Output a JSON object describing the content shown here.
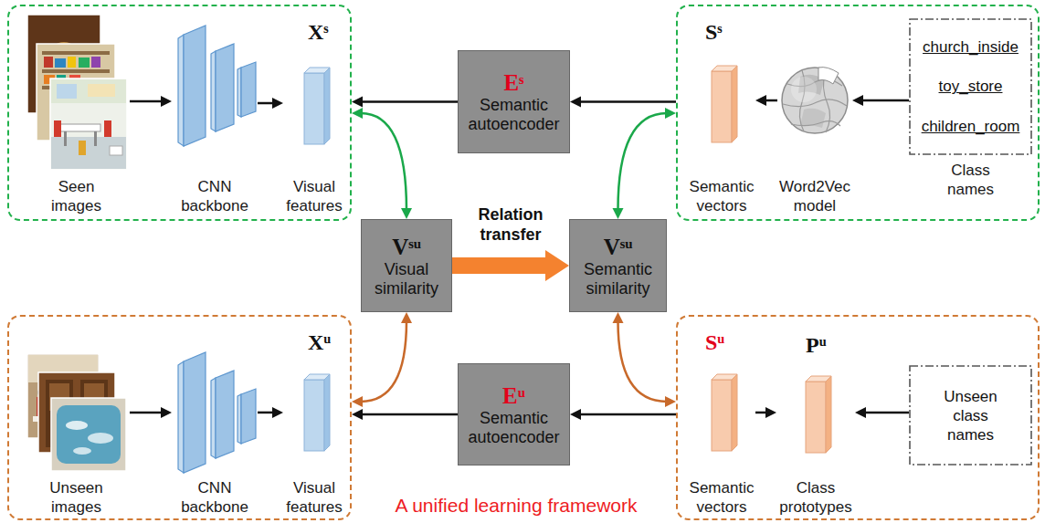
{
  "diagram": {
    "nodes": [
      {
        "text": [
          "Xˢ"
        ]
      },
      {
        "text": [
          "Seen images"
        ],
        "in": 0
      },
      {
        "text": [
          "CNN backbone"
        ],
        "in": 0
      },
      {
        "text": [
          "Visual features"
        ],
        "in": 0
      },
      {
        "text": [
          "Eˢ",
          "Semantic autoencoder"
        ]
      },
      {
        "text": [
          "Sˢ"
        ]
      },
      {
        "text": [
          "Semantic vectors"
        ],
        "in": 5
      },
      {
        "text": [
          "Word2Vec model"
        ],
        "in": 5
      },
      {
        "text": [
          "church_inside",
          "toy_store",
          "children_room",
          "Class names"
        ],
        "in": 5
      },
      {
        "text": [
          "Vˢᵘ",
          "Visual similarity"
        ]
      },
      {
        "text": [
          "Vˢᵘ",
          "Semantic similarity"
        ]
      },
      {
        "text": [
          "Xᵘ"
        ]
      },
      {
        "text": [
          "Unseen images"
        ],
        "in": 11
      },
      {
        "text": [
          "CNN backbone"
        ],
        "in": 11
      },
      {
        "text": [
          "Visual features"
        ],
        "in": 11
      },
      {
        "text": [
          "Eᵘ",
          "Semantic autoencoder"
        ]
      },
      {
        "text": [
          "Sᵘ"
        ]
      },
      {
        "text": [
          "Semantic vectors"
        ],
        "in": 16
      },
      {
        "text": [
          "Pᵘ",
          "Class prototypes"
        ],
        "in": 16
      },
      {
        "text": [
          "Unseen class names"
        ],
        "in": 16
      }
    ],
    "edges": [
      {
        "from": 1,
        "to": 2,
        "arrow": "to"
      },
      {
        "from": 2,
        "to": 3,
        "arrow": "to"
      },
      {
        "from": 4,
        "to": 0,
        "arrow": "to"
      },
      {
        "from": 5,
        "to": 4,
        "arrow": "to"
      },
      {
        "from": 8,
        "to": 7,
        "arrow": "to"
      },
      {
        "from": 7,
        "to": 6,
        "arrow": "to"
      },
      {
        "from": 0,
        "to": 9,
        "arrow": "both"
      },
      {
        "from": 5,
        "to": 10,
        "arrow": "both"
      },
      {
        "from": 9,
        "to": 10,
        "label": "Relation transfer",
        "arrow": "to"
      },
      {
        "from": 11,
        "to": 9,
        "arrow": "both"
      },
      {
        "from": 16,
        "to": 10,
        "arrow": "both"
      },
      {
        "from": 15,
        "to": 11,
        "arrow": "to"
      },
      {
        "from": 16,
        "to": 15,
        "arrow": "to"
      },
      {
        "from": 12,
        "to": 13,
        "arrow": "to"
      },
      {
        "from": 13,
        "to": 14,
        "arrow": "to"
      },
      {
        "from": 17,
        "to": 18,
        "arrow": "to"
      },
      {
        "from": 19,
        "to": 18,
        "arrow": "to"
      }
    ],
    "labels": [
      "A unified learning framework"
    ]
  }
}
